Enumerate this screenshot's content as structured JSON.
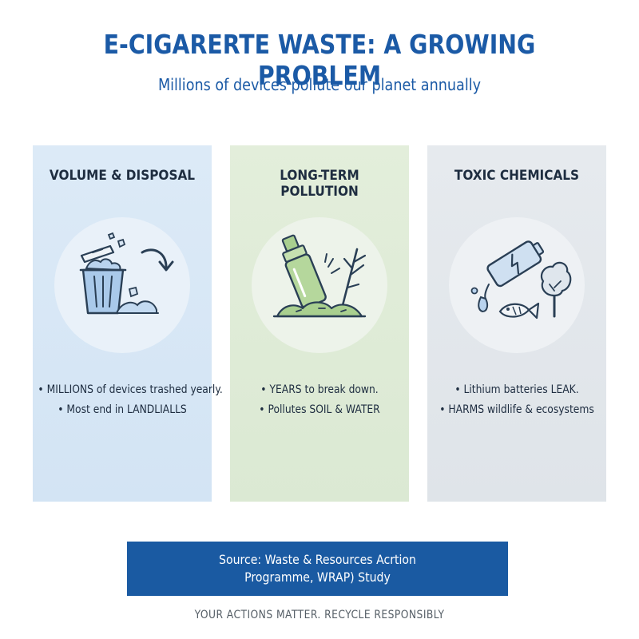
{
  "header": {
    "title": "E-CIGARERTE WASTE: A GROWING PROBLEM",
    "subtitle": "Millions of devices pollute our planet annually"
  },
  "panels": [
    {
      "title": "VOLUME & DISPOSAL",
      "icon": "trash-can-icon",
      "bullets": [
        "• MILLIONS of devices trashed yearly.",
        "• Most end in LANDLIALLS"
      ]
    },
    {
      "title": "LONG-TERM POLLUTION",
      "icon": "vape-in-soil-icon",
      "bullets": [
        "• YEARS to break down.",
        "• Pollutes SOIL & WATER"
      ]
    },
    {
      "title": "TOXIC CHEMICALS",
      "icon": "leaking-battery-icon",
      "bullets": [
        "• Lithium batteries LEAK.",
        "• HARMS wildlife & ecosystems"
      ]
    }
  ],
  "source": {
    "line1": "Source: Waste & Resources Acrtion",
    "line2": "Programme, WRAP) Study"
  },
  "footer": "YOUR ACTIONS MATTER. RECYCLE RESPONSIBLY",
  "colors": {
    "primary": "#1b5aa6",
    "panel1": "#d8e8f6",
    "panel2": "#dfebd7",
    "panel3": "#e3e8ec",
    "icon_line": "#2a3f55",
    "icon_blue": "#9fc3e6",
    "icon_green": "#a9cf8f"
  }
}
